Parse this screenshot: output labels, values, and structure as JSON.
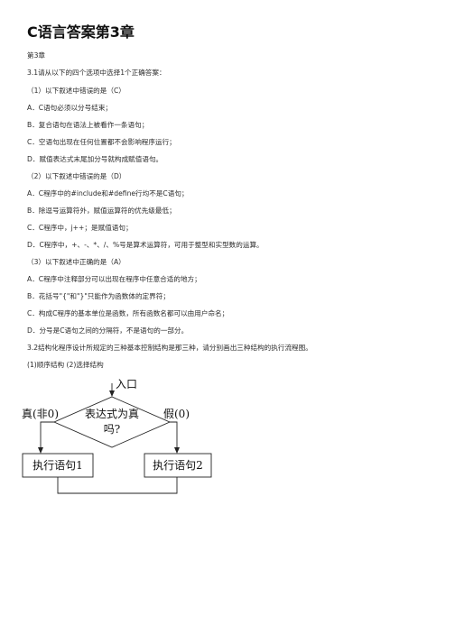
{
  "document": {
    "title": "C语言答案第3章",
    "lines": [
      "第3章",
      "3.1请从以下的四个选项中选择1个正确答案：",
      "（1）以下叙述中错误的是（C）",
      "A．C语句必须以分号结束；",
      "B．复合语句在语法上被看作一条语句；",
      "C．空语句出现在任何位置都不会影响程序运行；",
      "D．赋值表达式末尾加分号就构成赋值语句。",
      "（2）以下叙述中错误的是（D）",
      "A．C程序中的#include和#define行均不是C语句；",
      "B．除逗号运算符外，赋值运算符的优先级最低；",
      "C．C程序中，j++；是赋值语句；",
      "D．C程序中，+、-、*、/、%号是算术运算符，可用于整型和实型数的运算。",
      "（3）以下叙述中正确的是（A）",
      "A．C程序中注释部分可以出现在程序中任意合适的地方；",
      "B．花括号\"{\"和\"}\"只能作为函数体的定界符；",
      "C．构成C程序的基本单位是函数，所有函数名都可以由用户命名；",
      "D．分号是C语句之间的分隔符，不是语句的一部分。",
      "3.2结构化程序设计所规定的三种基本控制结构是那三种，请分别画出三种结构的执行流程图。",
      "(1)顺序结构 (2)选择结构"
    ]
  },
  "flowchart": {
    "entry": "入口",
    "condition_line1": "表达式为真",
    "condition_line2": "吗?",
    "true_branch": "真(非0)",
    "false_branch": "假(0)",
    "statement1": "执行语句1",
    "statement2": "执行语句2"
  }
}
